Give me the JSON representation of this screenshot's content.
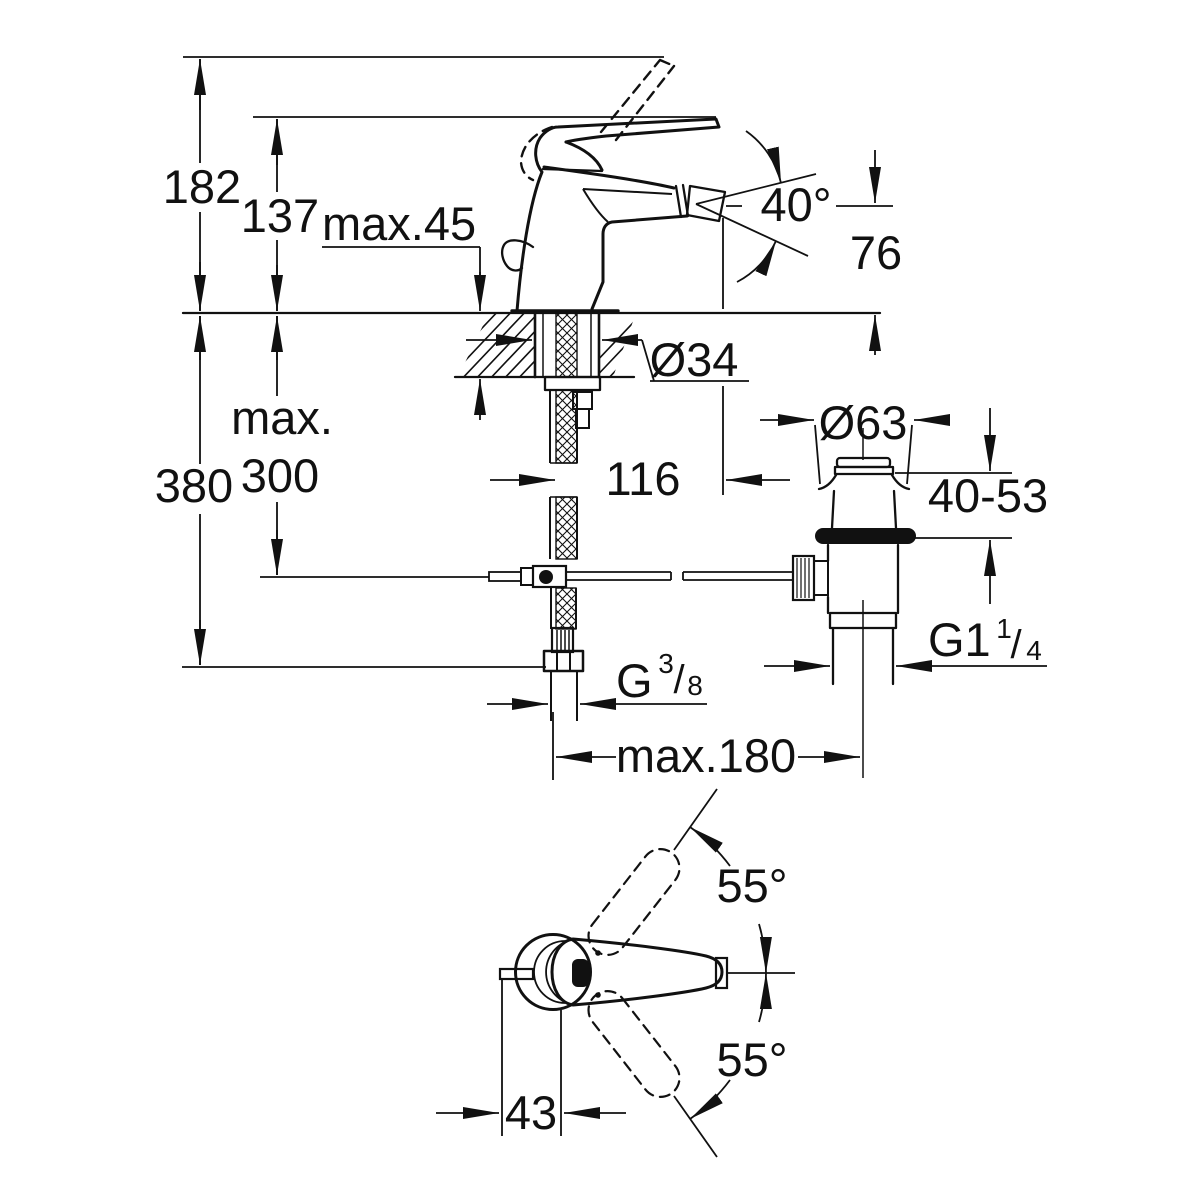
{
  "page": {
    "background": "#ffffff",
    "ink": "#111111"
  },
  "front_view": {
    "overall_height": "182",
    "lever_height": "137",
    "deck_thickness": "max.45",
    "aerator_angle": "40°",
    "outlet_height": "76",
    "hole_diameter": "Ø34",
    "rod_depth_prefix": "max.",
    "rod_depth_value": "300",
    "hose_length": "380",
    "outlet_reach": "116",
    "supply_thread": {
      "base": "G",
      "numerator": "3",
      "slash": "/",
      "denominator": "8"
    },
    "hose_spacing": "max.180"
  },
  "drain_valve": {
    "flange_diameter": "Ø63",
    "deck_range": "40-53",
    "waste_thread": {
      "base": "G1",
      "numerator": "1",
      "slash": "/",
      "denominator": "4"
    }
  },
  "top_view": {
    "swivel_upper": "55°",
    "swivel_lower": "55°",
    "handle_offset": "43"
  }
}
